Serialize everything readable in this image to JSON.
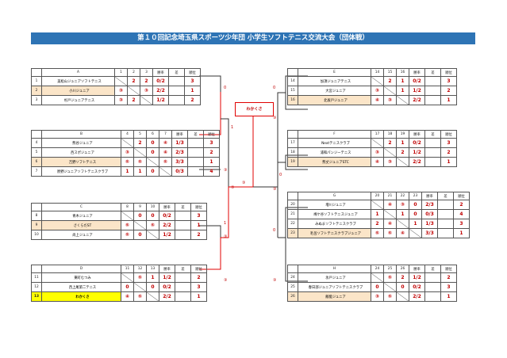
{
  "title": "第１０回記念埼玉県スポーツ少年団 小学生ソフトテニス交流大会（団体戦）",
  "colors": {
    "title_bg": "#2e74b5",
    "score": "#c00000",
    "bracket_win": "#e00000",
    "bracket": "#333333"
  },
  "champion": "わかくさ",
  "pools": {
    "A": {
      "name": "A",
      "cols": [
        "1",
        "2",
        "3"
      ],
      "h_rate": "勝率",
      "h_sa": "差",
      "h_rank": "順位",
      "rows": [
        {
          "no": "1",
          "team": "美松山ジュニアソフトテニス",
          "r": [
            "",
            "2",
            "2"
          ],
          "rate": "0/2",
          "sa": "",
          "rank": "3"
        },
        {
          "no": "2",
          "team": "小川ジュニア",
          "r": [
            "③",
            "",
            "③"
          ],
          "rate": "2/2",
          "sa": "",
          "rank": "1"
        },
        {
          "no": "3",
          "team": "杉戸ジュニアテニス",
          "r": [
            "③",
            "2",
            ""
          ],
          "rate": "1/2",
          "sa": "",
          "rank": "2"
        }
      ]
    },
    "B": {
      "name": "B",
      "cols": [
        "4",
        "5",
        "6",
        "7"
      ],
      "h_rate": "勝率",
      "h_sa": "差",
      "h_rank": "順位",
      "rows": [
        {
          "no": "4",
          "team": "熊谷ジュニア",
          "r": [
            "",
            "2",
            "0",
            "④"
          ],
          "rate": "1/3",
          "sa": "",
          "rank": "3"
        },
        {
          "no": "5",
          "team": "西スポジュニア",
          "r": [
            "③",
            "",
            "0",
            "④"
          ],
          "rate": "2/3",
          "sa": "",
          "rank": "2"
        },
        {
          "no": "6",
          "team": "吉野ソフトテニス",
          "r": [
            "⑤",
            "⑤",
            "",
            "⑤"
          ],
          "rate": "3/3",
          "sa": "",
          "rank": "1"
        },
        {
          "no": "7",
          "team": "原野ジュニアソフトテニスクラブ",
          "r": [
            "1",
            "1",
            "0",
            ""
          ],
          "rate": "0/3",
          "sa": "",
          "rank": "4"
        }
      ]
    },
    "C": {
      "name": "C",
      "cols": [
        "8",
        "9",
        "10"
      ],
      "h_rate": "勝率",
      "h_sa": "差",
      "h_rank": "順位",
      "rows": [
        {
          "no": "8",
          "team": "青木ジュニア",
          "r": [
            "",
            "0",
            "0"
          ],
          "rate": "0/2",
          "sa": "",
          "rank": "3"
        },
        {
          "no": "9",
          "team": "さくらだST",
          "r": [
            "⑤",
            "",
            "⑤"
          ],
          "rate": "2/2",
          "sa": "",
          "rank": "1"
        },
        {
          "no": "10",
          "team": "尚上ジュニア",
          "r": [
            "⑤",
            "0",
            ""
          ],
          "rate": "1/2",
          "sa": "",
          "rank": "2"
        }
      ]
    },
    "D": {
      "name": "D",
      "cols": [
        "11",
        "12",
        "13"
      ],
      "h_rate": "勝率",
      "h_sa": "差",
      "h_rank": "順位",
      "rows": [
        {
          "no": "11",
          "team": "東町むつみ",
          "r": [
            "",
            "⑤",
            "1"
          ],
          "rate": "1/2",
          "sa": "",
          "rank": "2"
        },
        {
          "no": "12",
          "team": "西上尾第二テニス",
          "r": [
            "0",
            "",
            "0"
          ],
          "rate": "0/2",
          "sa": "",
          "rank": "3"
        },
        {
          "no": "13",
          "team": "わかくさ",
          "r": [
            "④",
            "⑤",
            ""
          ],
          "rate": "2/2",
          "sa": "",
          "rank": "1"
        }
      ]
    },
    "E": {
      "name": "E",
      "cols": [
        "14",
        "15",
        "16"
      ],
      "h_rate": "勝率",
      "h_sa": "差",
      "h_rank": "順位",
      "rows": [
        {
          "no": "14",
          "team": "加須ジュニアテニス",
          "r": [
            "",
            "2",
            "1"
          ],
          "rate": "0/2",
          "sa": "",
          "rank": "3"
        },
        {
          "no": "15",
          "team": "大宮ジュニア",
          "r": [
            "③",
            "",
            "1"
          ],
          "rate": "1/2",
          "sa": "",
          "rank": "2"
        },
        {
          "no": "16",
          "team": "北坂戸ジュニア",
          "r": [
            "④",
            "③",
            ""
          ],
          "rate": "2/2",
          "sa": "",
          "rank": "1"
        }
      ]
    },
    "F": {
      "name": "F",
      "cols": [
        "17",
        "18",
        "19"
      ],
      "h_rate": "勝率",
      "h_sa": "差",
      "h_rank": "順位",
      "rows": [
        {
          "no": "17",
          "team": "Nextテニスクラブ",
          "r": [
            "",
            "2",
            "1"
          ],
          "rate": "0/2",
          "sa": "",
          "rank": "3"
        },
        {
          "no": "18",
          "team": "浦和パンジーテニス",
          "r": [
            "③",
            "",
            "2"
          ],
          "rate": "1/2",
          "sa": "",
          "rank": "2"
        },
        {
          "no": "19",
          "team": "熊丈ジュニアSTC",
          "r": [
            "④",
            "③",
            ""
          ],
          "rate": "2/2",
          "sa": "",
          "rank": "1"
        }
      ]
    },
    "G": {
      "name": "G",
      "cols": [
        "20",
        "21",
        "22",
        "23"
      ],
      "h_rate": "勝率",
      "h_sa": "差",
      "h_rank": "順位",
      "rows": [
        {
          "no": "20",
          "team": "増川ジュニア",
          "r": [
            "",
            "④",
            "③",
            "0"
          ],
          "rate": "2/3",
          "sa": "",
          "rank": "2"
        },
        {
          "no": "21",
          "team": "鳩ケ谷ソフトテニスジュニア",
          "r": [
            "1",
            "",
            "1",
            "0"
          ],
          "rate": "0/3",
          "sa": "",
          "rank": "4"
        },
        {
          "no": "22",
          "team": "みぬまソフトテニスクラブ",
          "r": [
            "2",
            "④",
            "",
            "1"
          ],
          "rate": "1/3",
          "sa": "",
          "rank": "3"
        },
        {
          "no": "23",
          "team": "毛呂ソフトテニスクラブジュニア",
          "r": [
            "⑤",
            "⑤",
            "④",
            ""
          ],
          "rate": "3/3",
          "sa": "",
          "rank": "1"
        }
      ]
    },
    "H": {
      "name": "H",
      "cols": [
        "24",
        "25",
        "26"
      ],
      "h_rate": "勝率",
      "h_sa": "差",
      "h_rank": "順位",
      "rows": [
        {
          "no": "24",
          "team": "氷戸ジュニア",
          "r": [
            "",
            "⑤",
            "2"
          ],
          "rate": "1/2",
          "sa": "",
          "rank": "2"
        },
        {
          "no": "25",
          "team": "春日部ジュニアソフトテニスクラブ",
          "r": [
            "0",
            "",
            "0"
          ],
          "rate": "0/2",
          "sa": "",
          "rank": "3"
        },
        {
          "no": "26",
          "team": "飯能ジュニア",
          "r": [
            "③",
            "⑤",
            ""
          ],
          "rate": "2/2",
          "sa": "",
          "rank": "1"
        }
      ]
    }
  },
  "bracket": {
    "A_top": "0",
    "A_bot": "③",
    "C_top": "1",
    "C_bot": "③",
    "AB": "③",
    "BC_top": "1",
    "BC_bot": "③",
    "D_top": "1",
    "D_bot": "③",
    "L_semi": "③",
    "L_final": "③",
    "E_top": "0",
    "E_bot": "③",
    "F_top": "③",
    "F_bot": "0",
    "G_top": "0",
    "G_bot": "③",
    "H_top": "1",
    "H_bot": "③",
    "R_semi": "③",
    "R_final": "0"
  }
}
